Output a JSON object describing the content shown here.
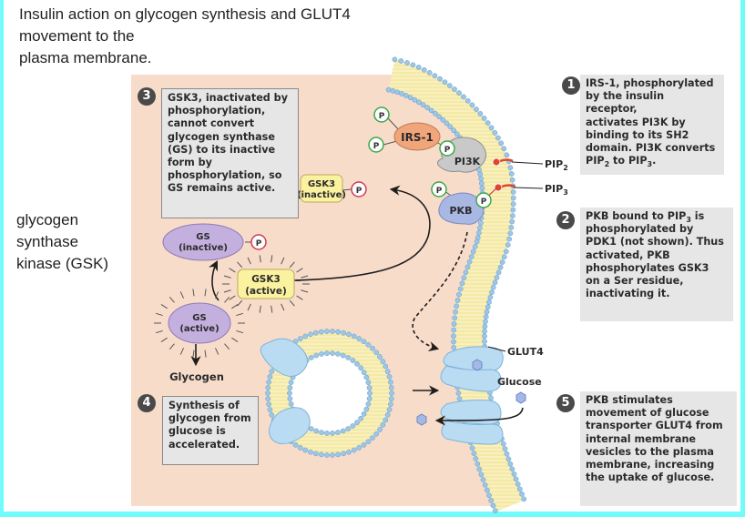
{
  "title": "Insulin action on glycogen synthesis and GLUT4 movement to the plasma membrane.",
  "title_lines": [
    "Insulin action on glycogen synthesis and GLUT4",
    "movement to the",
    "plasma membrane."
  ],
  "side_label_lines": [
    "glycogen",
    "synthase",
    "kinase (GSK)"
  ],
  "colors": {
    "background_border": "#72fbfb",
    "cytoplasm": "#f8dcca",
    "note_box": "#e6e6e6",
    "membrane_core": "#f5e9a6",
    "lipid_head": "#9cc7ea",
    "glut4": "#b9dcf3",
    "irs1": "#f0a57a",
    "pi3k": "#c9c9c9",
    "pkb": "#a9b7e3",
    "gs": "#c3b0de",
    "gsk3": "#fbf2a0",
    "phosphate_active": "#3aa84a",
    "phosphate_inhibitory": "#d23a55",
    "pip": "#e0452f"
  },
  "steps": [
    {
      "number": "1",
      "lines": [
        "IRS-1, phosphorylated",
        "by the insulin receptor,",
        "activates PI3K by",
        "binding to its SH2",
        "domain. PI3K converts"
      ],
      "last_line_parts": [
        "PIP",
        "2",
        " to PIP",
        "3",
        "."
      ]
    },
    {
      "number": "2",
      "first_line_parts": [
        "PKB bound to PIP",
        "3",
        " is"
      ],
      "lines": [
        "phosphorylated by",
        "PDK1 (not shown). Thus",
        "activated, PKB",
        "phosphorylates GSK3",
        "on a Ser residue,",
        "inactivating it."
      ]
    },
    {
      "number": "3",
      "lines": [
        "GSK3, inactivated by",
        "phosphorylation,",
        "cannot convert",
        "glycogen synthase",
        "(GS) to its inactive",
        "form by",
        "phosphorylation, so",
        "GS remains active."
      ]
    },
    {
      "number": "4",
      "lines": [
        "Synthesis of",
        "glycogen from",
        "glucose is",
        "accelerated."
      ]
    },
    {
      "number": "5",
      "lines": [
        "PKB stimulates",
        "movement of glucose",
        "transporter GLUT4 from",
        "internal membrane",
        "vesicles to the plasma",
        "membrane, increasing",
        "the uptake of glucose."
      ]
    }
  ],
  "molecules": {
    "irs1": "IRS-1",
    "pi3k": "PI3K",
    "pkb": "PKB",
    "phosphate": "P",
    "gsk3_inactive": [
      "GSK3",
      "(inactive)"
    ],
    "gsk3_active": [
      "GSK3",
      "(active)"
    ],
    "gs_inactive": [
      "GS",
      "(inactive)"
    ],
    "gs_active": [
      "GS",
      "(active)"
    ],
    "glycogen": "Glycogen",
    "glut4": "GLUT4",
    "glucose": "Glucose",
    "pip2": {
      "base": "PIP",
      "sub": "2"
    },
    "pip3": {
      "base": "PIP",
      "sub": "3"
    }
  }
}
